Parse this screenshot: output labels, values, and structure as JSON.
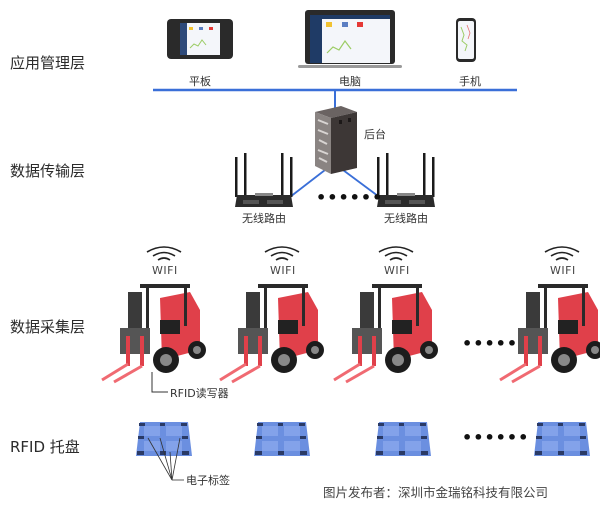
{
  "layers": [
    {
      "label": "应用管理层"
    },
    {
      "label": "数据传输层"
    },
    {
      "label": "数据采集层"
    },
    {
      "label": "RFID 托盘"
    }
  ],
  "devices": {
    "tablet": "平板",
    "pc": "电脑",
    "phone": "手机"
  },
  "server": {
    "label": "后台"
  },
  "routers": [
    {
      "label": "无线路由"
    },
    {
      "label": "无线路由"
    }
  ],
  "ellipsis": "••••••",
  "forklifts": [
    {
      "wifi": "WIFI"
    },
    {
      "wifi": "WIFI"
    },
    {
      "wifi": "WIFI"
    },
    {
      "wifi": "WIFI"
    }
  ],
  "rfid_reader_label": "RFID读写器",
  "tag_label": "电子标签",
  "credit": "图片发布者：深圳市金瑞铭科技有限公司",
  "colors": {
    "link_blue": "#3a6fd8",
    "forklift_red": "#e0404a",
    "pallet_blue": "#6b8fe0",
    "server_dark": "#4a4443"
  }
}
